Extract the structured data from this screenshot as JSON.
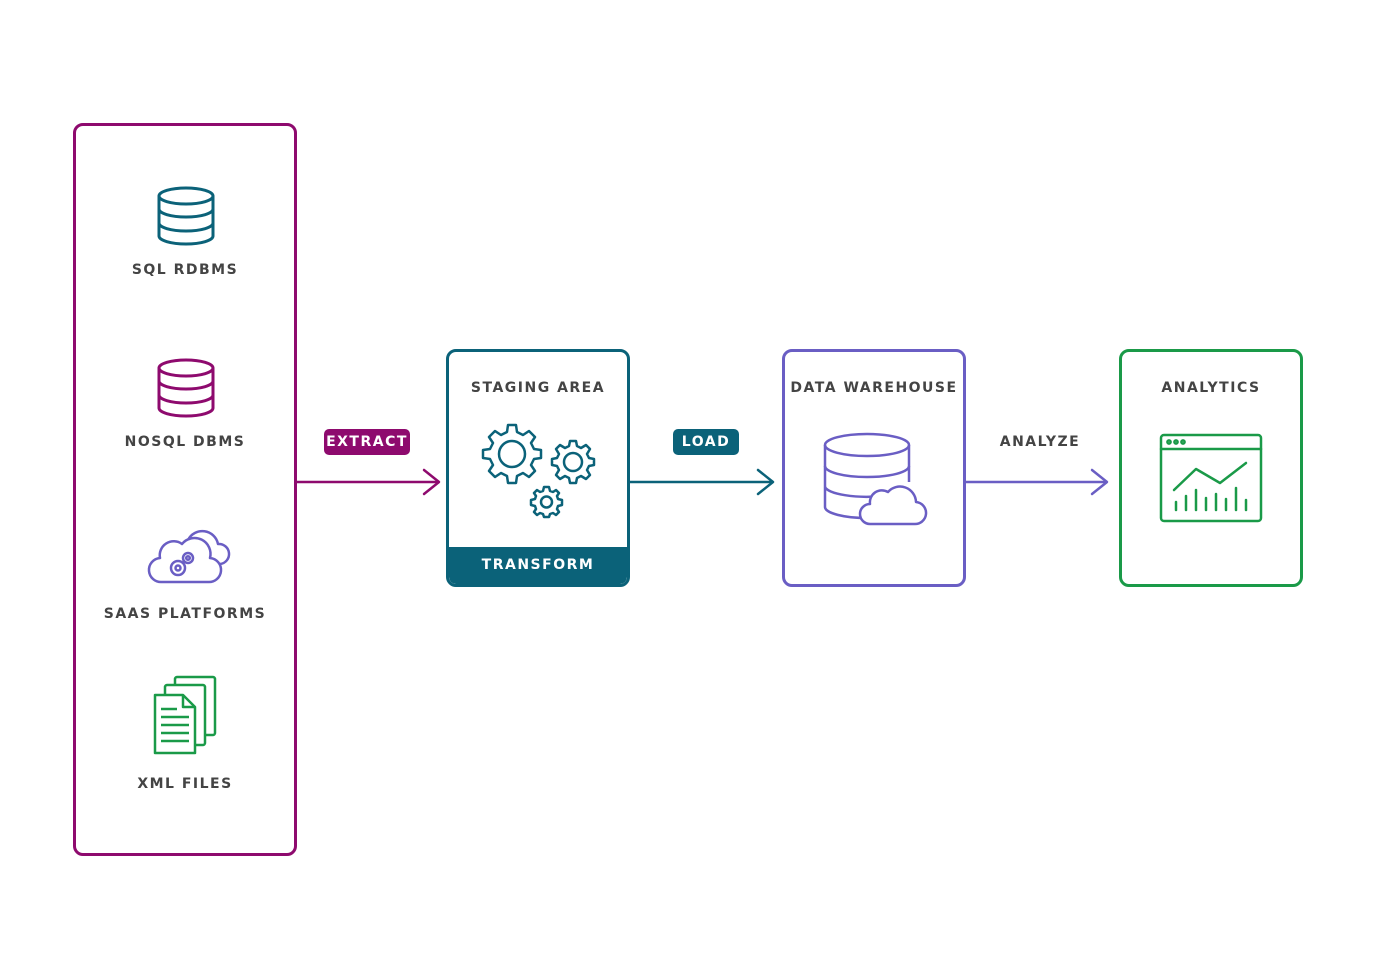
{
  "colors": {
    "magenta": "#8e0a6e",
    "teal": "#0b6279",
    "purple": "#6a5ec4",
    "green": "#1a9a48",
    "text": "#444444"
  },
  "sources": {
    "items": [
      {
        "label": "SQL RDBMS",
        "icon": "database-icon"
      },
      {
        "label": "NOSQL DBMS",
        "icon": "database-icon"
      },
      {
        "label": "SAAS PLATFORMS",
        "icon": "cloud-gears-icon"
      },
      {
        "label": "XML FILES",
        "icon": "documents-icon"
      }
    ]
  },
  "staging": {
    "title": "STAGING AREA",
    "band": "TRANSFORM",
    "icon": "gears-icon"
  },
  "warehouse": {
    "title": "DATA WAREHOUSE",
    "icon": "database-cloud-icon"
  },
  "analytics": {
    "title": "ANALYTICS",
    "icon": "dashboard-chart-icon"
  },
  "edges": {
    "extract": "EXTRACT",
    "load": "LOAD",
    "analyze": "ANALYZE"
  }
}
